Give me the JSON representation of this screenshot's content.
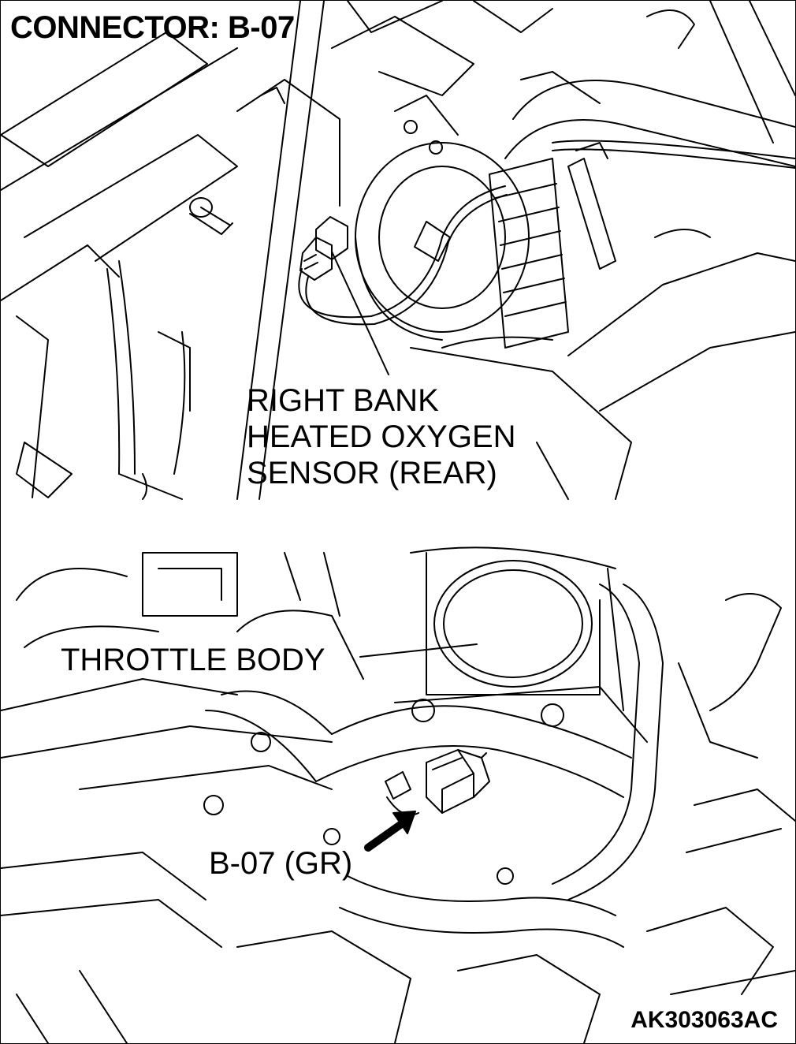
{
  "title": "CONNECTOR: B-07",
  "labels": {
    "sensor_line1": "RIGHT BANK",
    "sensor_line2": "HEATED OXYGEN",
    "sensor_line3": "SENSOR (REAR)",
    "throttle_body": "THROTTLE BODY",
    "connector": "B-07 (GR)"
  },
  "figure_id": "AK303063AC"
}
